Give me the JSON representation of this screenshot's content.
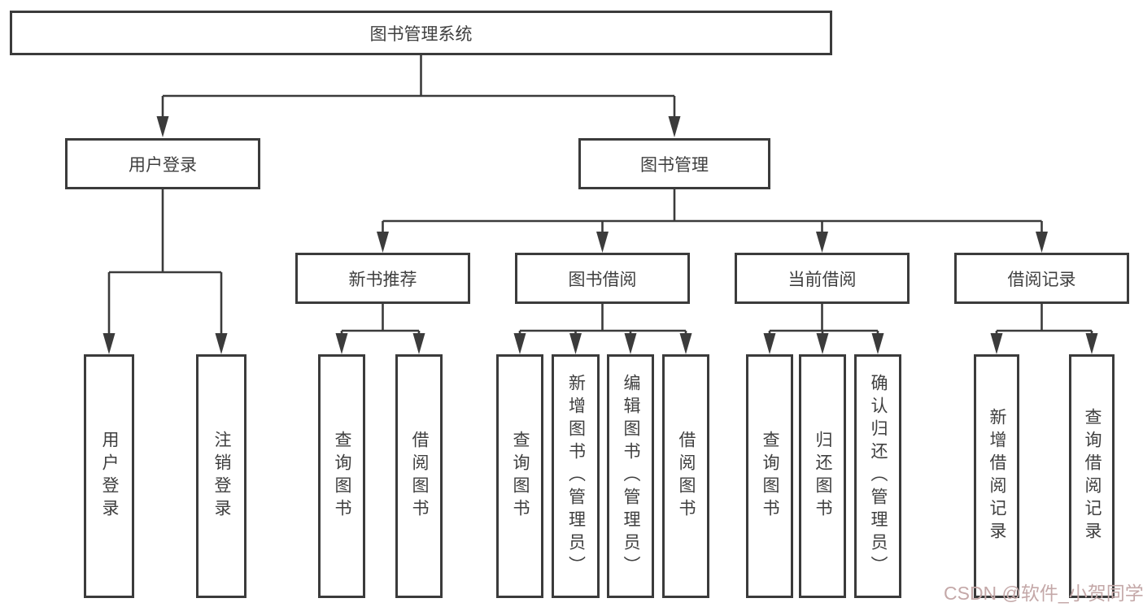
{
  "diagram": {
    "type": "hierarchy-flowchart",
    "colors": {
      "background": "#ffffff",
      "box_border": "#3b3b3b",
      "connector_line": "#3b3b3b",
      "text": "#3f3f3f",
      "watermark": "#c4a8a8"
    },
    "watermark": "CSDN @软件_小贺同学",
    "tree": {
      "root": {
        "label": "图书管理系统",
        "children": [
          {
            "label": "用户登录",
            "children": [
              {
                "label": "用户登录"
              },
              {
                "label": "注销登录"
              }
            ]
          },
          {
            "label": "图书管理",
            "children": [
              {
                "label": "新书推荐",
                "children": [
                  {
                    "label": "查询图书"
                  },
                  {
                    "label": "借阅图书"
                  }
                ]
              },
              {
                "label": "图书借阅",
                "children": [
                  {
                    "label": "查询图书"
                  },
                  {
                    "label": "新增图书（管理员）"
                  },
                  {
                    "label": "编辑图书（管理员）"
                  },
                  {
                    "label": "借阅图书"
                  }
                ]
              },
              {
                "label": "当前借阅",
                "children": [
                  {
                    "label": "查询图书"
                  },
                  {
                    "label": "归还图书"
                  },
                  {
                    "label": "确认归还（管理员）"
                  }
                ]
              },
              {
                "label": "借阅记录",
                "children": [
                  {
                    "label": "新增借阅记录"
                  },
                  {
                    "label": "查询借阅记录"
                  }
                ]
              }
            ]
          }
        ]
      }
    }
  }
}
